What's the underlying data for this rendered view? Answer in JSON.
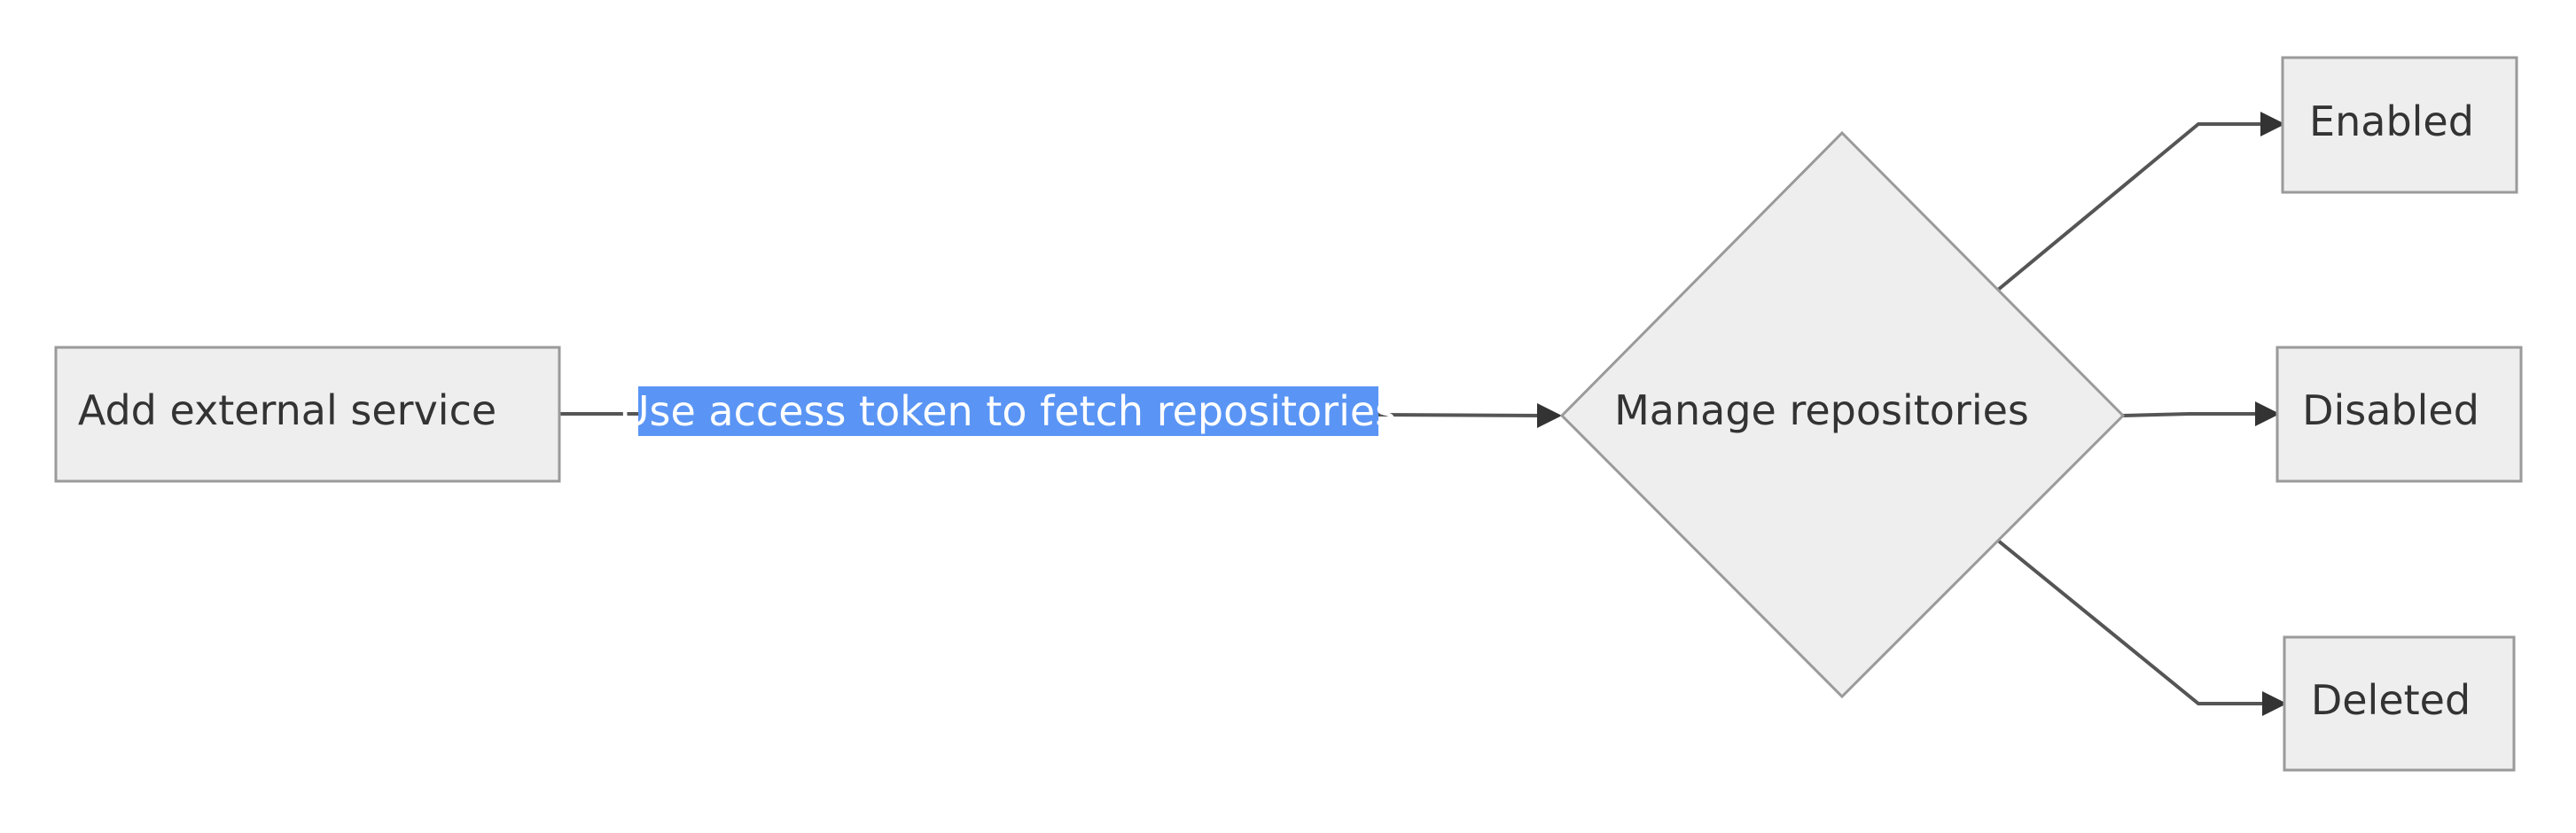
{
  "nodes": {
    "add_service": "Add external service",
    "manage": "Manage repositories",
    "enabled": "Enabled",
    "disabled": "Disabled",
    "deleted": "Deleted"
  },
  "edges": {
    "fetch_label": "Use access token to fetch repositories"
  },
  "colors": {
    "node_fill": "#eeeeee",
    "node_stroke": "#9a9a9a",
    "edge_stroke": "#555555",
    "label_highlight": "#5a95f5"
  }
}
